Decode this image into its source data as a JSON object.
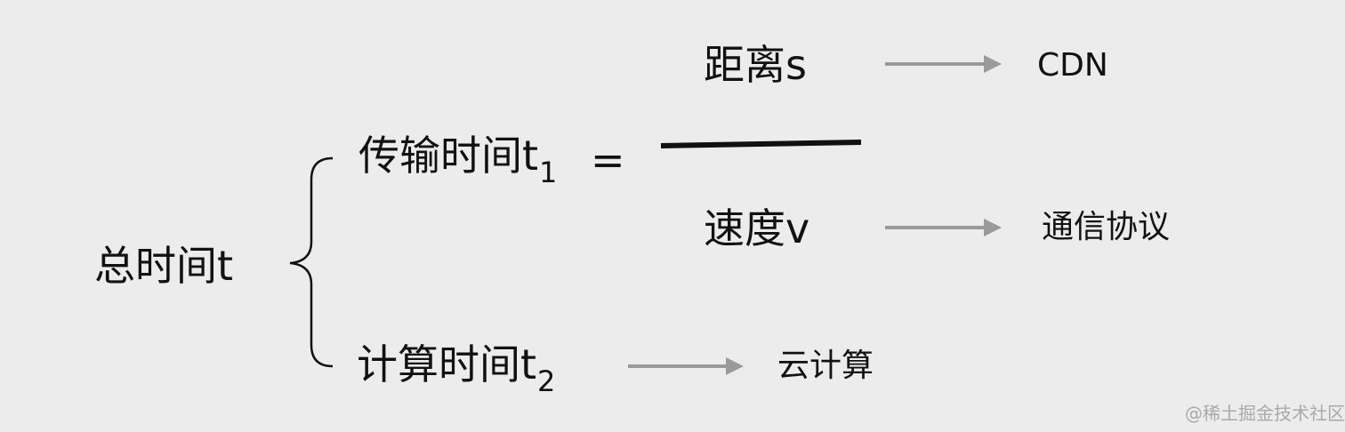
{
  "diagram": {
    "root": {
      "text": "总时间t"
    },
    "transfer": {
      "text": "传输时间t",
      "sub": "1",
      "eq": "="
    },
    "compute": {
      "text": "计算时间t",
      "sub": "2"
    },
    "numerator": {
      "text": "距离s"
    },
    "denominator": {
      "text": "速度v"
    },
    "targets": {
      "cdn": "CDN",
      "protocol": "通信协议",
      "cloud": "云计算"
    }
  },
  "colors": {
    "background": "#ececec",
    "text": "#111111",
    "arrow": "#9a9a9a",
    "watermark": "#a9a9a9"
  },
  "watermark": "@稀土掘金技术社区"
}
